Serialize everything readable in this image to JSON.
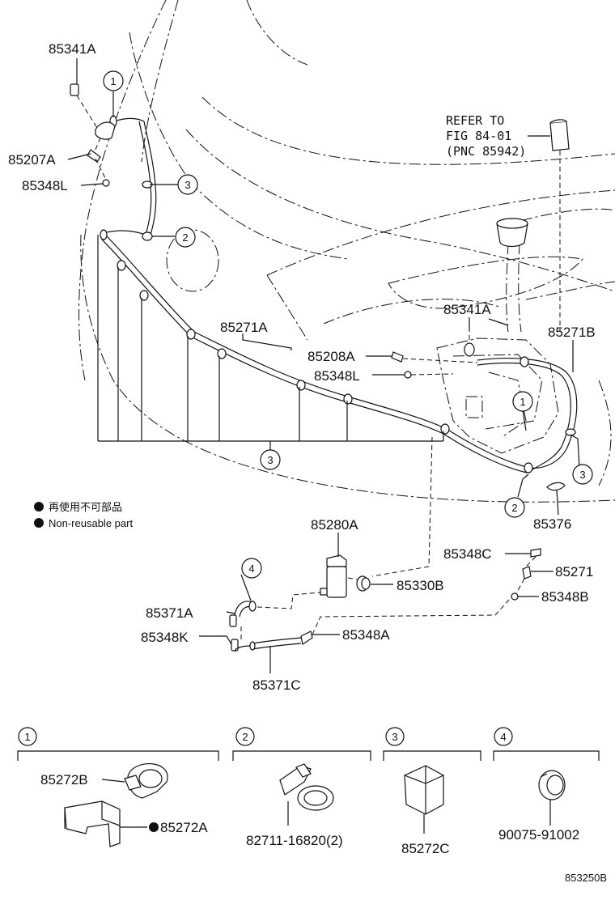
{
  "labels": {
    "p85341A_top": "85341A",
    "p85207A": "85207A",
    "p85348L_top": "85348L",
    "refer_line1": "REFER TO",
    "refer_line2": "FIG 84-01",
    "refer_line3": "(PNC 85942)",
    "p85271A": "85271A",
    "p85341A_mid": "85341A",
    "p85271B": "85271B",
    "p85208A": "85208A",
    "p85348L_mid": "85348L",
    "p85376": "85376",
    "p85280A": "85280A",
    "p85330B": "85330B",
    "p85348C": "85348C",
    "p85271": "85271",
    "p85348B": "85348B",
    "p85371A": "85371A",
    "p85348K": "85348K",
    "p85348A": "85348A",
    "p85371C": "85371C",
    "p85272B": "85272B",
    "p85272A": "85272A",
    "p82711": "82711-16820(2)",
    "p85272C": "85272C",
    "p90075": "90075-91002",
    "diagram_id": "853250B"
  },
  "legend": {
    "jp": "再使用不可部品",
    "en": "Non-reusable part"
  },
  "callouts": {
    "c1": "1",
    "c2": "2",
    "c3": "3",
    "c4": "4"
  }
}
